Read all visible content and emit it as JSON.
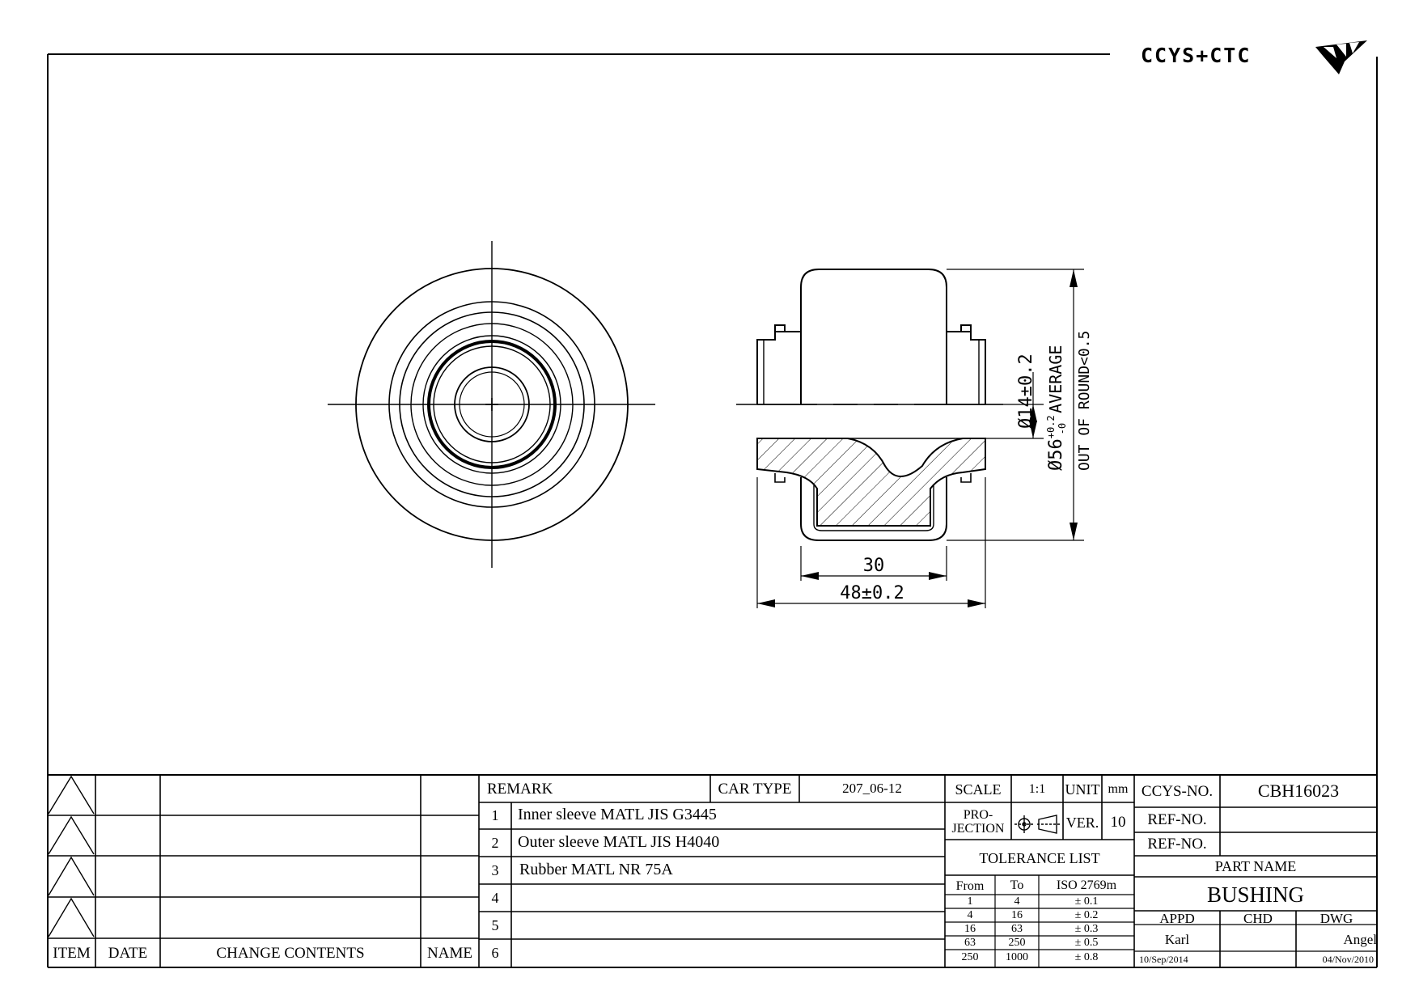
{
  "logo": {
    "text": "CCYS+CTC",
    "emblem": "fan-emblem-icon"
  },
  "dimensions": {
    "bore": "Ø14±0.2",
    "od": "Ø56",
    "od_tol_upper": "+0.2",
    "od_tol_lower": "-0",
    "od_note": "AVERAGE",
    "round": "OUT OF ROUND<0.5",
    "inner_width": "30",
    "overall_width": "48±0.2"
  },
  "revision_table": {
    "headers": {
      "item": "ITEM",
      "date": "DATE",
      "contents": "CHANGE CONTENTS",
      "name": "NAME"
    }
  },
  "remarks": {
    "label": "REMARK",
    "car_type_label": "CAR TYPE",
    "car_type": "207_06-12",
    "rows": [
      {
        "no": "1",
        "text": "Inner sleeve MATL JIS G3445"
      },
      {
        "no": "2",
        "text": "Outer sleeve MATL JIS H4040"
      },
      {
        "no": "3",
        "text": "Rubber MATL NR 75A"
      },
      {
        "no": "4",
        "text": ""
      },
      {
        "no": "5",
        "text": ""
      },
      {
        "no": "6",
        "text": ""
      }
    ]
  },
  "title_block": {
    "scale_label": "SCALE",
    "scale": "1:1",
    "unit_label": "UNIT",
    "unit": "mm",
    "projection_label_1": "PRO-",
    "projection_label_2": "JECTION",
    "projection_icon": "first-angle-projection-icon",
    "ver_label": "VER.",
    "ver": "10",
    "tolerance_title": "TOLERANCE LIST",
    "tol_headers": {
      "from": "From",
      "to": "To",
      "iso": "ISO 2769m"
    },
    "tolerances": [
      {
        "from": "1",
        "to": "4",
        "tol": "± 0.1"
      },
      {
        "from": "4",
        "to": "16",
        "tol": "± 0.2"
      },
      {
        "from": "16",
        "to": "63",
        "tol": "± 0.3"
      },
      {
        "from": "63",
        "to": "250",
        "tol": "± 0.5"
      },
      {
        "from": "250",
        "to": "1000",
        "tol": "± 0.8"
      }
    ],
    "ccys_no_label": "CCYS-NO.",
    "ccys_no": "CBH16023",
    "ref_no_label": "REF-NO.",
    "ref_no_1": "",
    "ref_no_2": "",
    "part_name_label": "PART NAME",
    "part_name": "BUSHING",
    "appd_label": "APPD",
    "chd_label": "CHD",
    "dwg_label": "DWG",
    "appd": "Karl",
    "chd": "",
    "dwg": "Angel",
    "appd_date": "10/Sep/2014",
    "chd_date": "",
    "dwg_date": "04/Nov/2010"
  }
}
